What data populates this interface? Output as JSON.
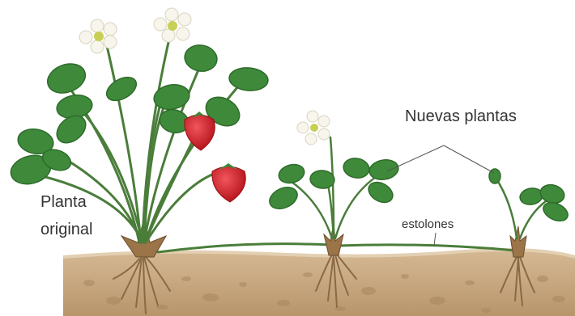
{
  "labels": {
    "original_line1": "Planta",
    "original_line2": "original",
    "new_plants": "Nuevas plantas",
    "runners": "estolones"
  },
  "colors": {
    "soil": "#c9a983",
    "soil_dark": "#a8865f",
    "soil_top": "#d9c1a0",
    "leaf": "#3f8a3a",
    "leaf_dark": "#2e6b2b",
    "stem": "#4a7d3a",
    "strawberry": "#d8222a",
    "petal": "#f7f5ec",
    "flower_center": "#c7cf55",
    "root": "#8a6a45",
    "label_text": "#333333"
  }
}
